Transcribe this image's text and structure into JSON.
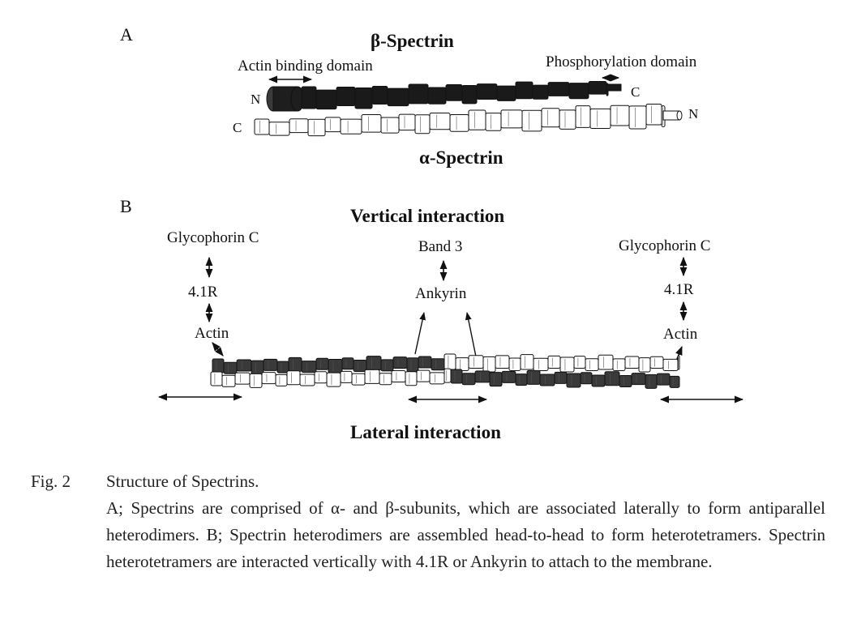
{
  "panel_a": {
    "label": "A",
    "beta_title": "β-Spectrin",
    "alpha_title": "α-Spectrin",
    "actin_binding_domain": "Actin binding domain",
    "phosphorylation_domain": "Phosphorylation domain",
    "beta_n": "N",
    "beta_c": "C",
    "alpha_c": "C",
    "alpha_n": "N"
  },
  "panel_b": {
    "label": "B",
    "vertical_title": "Vertical interaction",
    "lateral_title": "Lateral interaction",
    "left": {
      "glycophorin": "Glycophorin C",
      "protein41": "4.1R",
      "actin": "Actin"
    },
    "middle": {
      "band3": "Band 3",
      "ankyrin": "Ankyrin"
    },
    "right": {
      "glycophorin": "Glycophorin C",
      "protein41": "4.1R",
      "actin": "Actin"
    }
  },
  "caption": {
    "label": "Fig. 2",
    "title": "Structure of Spectrins.",
    "body": "A; Spectrins are comprised of α- and β-subunits, which are associated laterally to form antiparallel heterodimers.  B; Spectrin heterodimers are assembled head-to-head to form heterotetramers. Spectrin heterotetramers are interacted vertically with 4.1R or Ankyrin to attach to the membrane."
  },
  "colors": {
    "dark_segment": "#1a1a1a",
    "light_segment": "#ffffff",
    "stroke": "#111111"
  }
}
